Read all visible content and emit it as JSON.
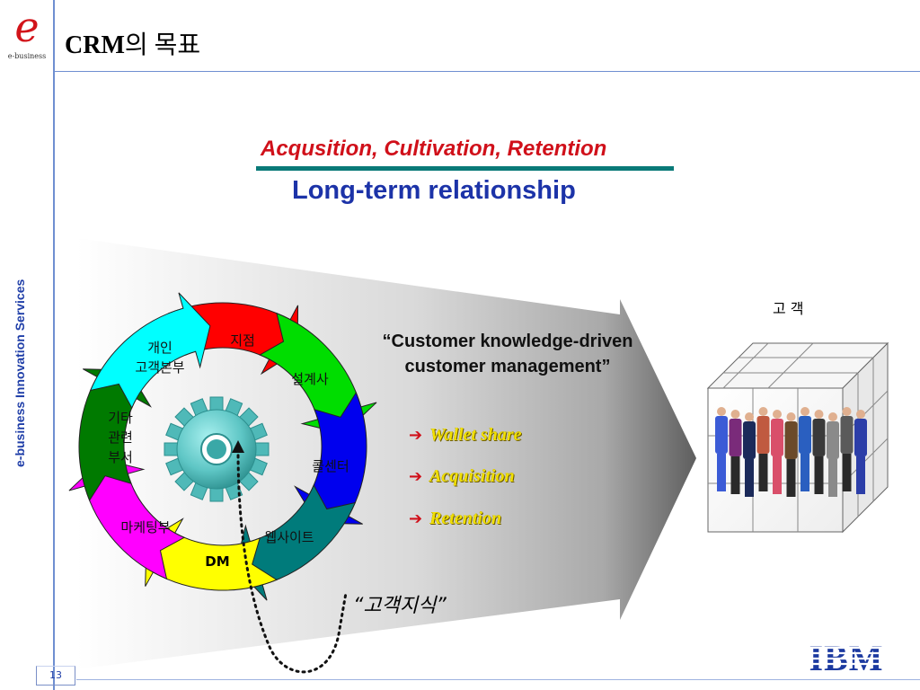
{
  "header": {
    "title_latin": "CRM",
    "title_korean": "의 목표",
    "logo_sub": "e-business"
  },
  "sidebar": {
    "brand_text": "e-business Innovation Services"
  },
  "headline": {
    "line1": "Acqusition, Cultivation, Retention",
    "line2": "Long-term relationship"
  },
  "quote": {
    "line1": "“Customer knowledge-driven",
    "line2": "customer management”"
  },
  "bullets": [
    {
      "label": "Wallet share"
    },
    {
      "label": "Acquisition"
    },
    {
      "label": "Retention"
    }
  ],
  "cycle_segments": [
    {
      "label": "지점",
      "color": "#ff0000"
    },
    {
      "label": "설계사",
      "color": "#00dd00"
    },
    {
      "label": "콜센터",
      "color": "#0000ee"
    },
    {
      "label": "웹사이트",
      "color": "#007b7b"
    },
    {
      "label": "DM",
      "color": "#ffff00"
    },
    {
      "label": "마케팅부",
      "color": "#ff00ff"
    },
    {
      "label": "기타 관련 부서",
      "color": "#007a00"
    },
    {
      "label": "개인 고객본부",
      "color": "#00ffff"
    }
  ],
  "customer": {
    "label": "고 객"
  },
  "knowledge": {
    "label": "“고객지식”"
  },
  "footer": {
    "page_number": "13",
    "company_logo": "IBM"
  },
  "colors": {
    "accent_red": "#d0101a",
    "accent_blue": "#1c33a8",
    "rule_teal": "#0a7a78",
    "bullet_yellow": "#f2e000"
  },
  "icons": [
    "e-business-logo",
    "gear-icon",
    "arrow-bullet-icon",
    "people-cube-image",
    "ibm-logo"
  ]
}
